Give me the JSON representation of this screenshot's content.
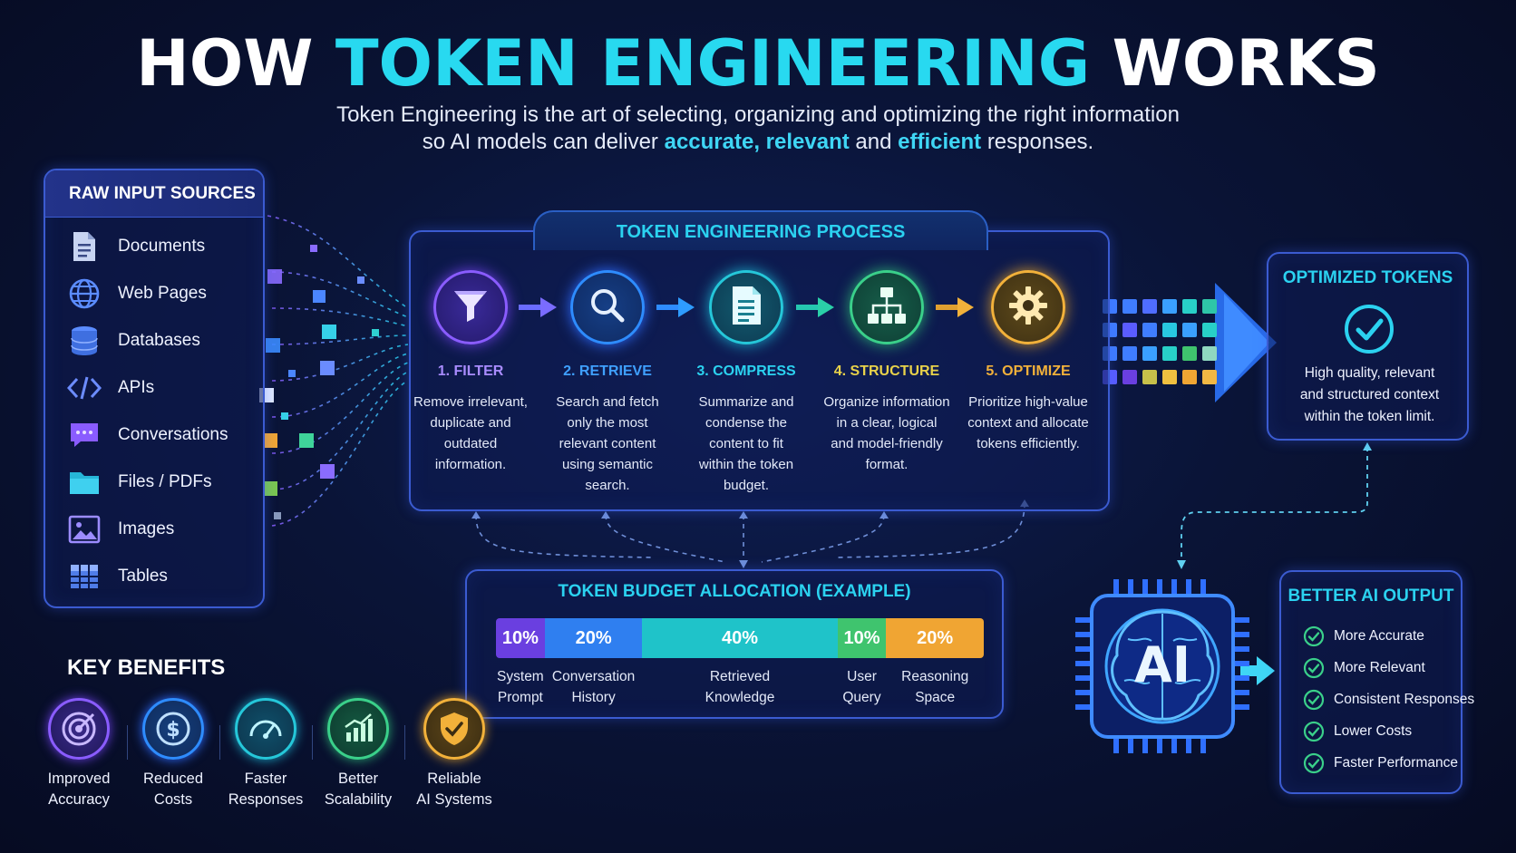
{
  "title": {
    "part1": "HOW ",
    "part2": "TOKEN ENGINEERING",
    "part3": " WORKS"
  },
  "subtitle": {
    "line1": "Token Engineering is the art of selecting, organizing and optimizing the right information",
    "line2_pre": "so AI models can deliver ",
    "accurate": "accurate,",
    "relevant": "relevant",
    "and": "and",
    "efficient": "efficient",
    "line2_post": "responses."
  },
  "raw_sources": {
    "title": "RAW INPUT SOURCES",
    "items": [
      {
        "label": "Documents",
        "icon": "document-icon"
      },
      {
        "label": "Web Pages",
        "icon": "globe-icon"
      },
      {
        "label": "Databases",
        "icon": "database-icon"
      },
      {
        "label": "APIs",
        "icon": "code-icon"
      },
      {
        "label": "Conversations",
        "icon": "chat-icon"
      },
      {
        "label": "Files / PDFs",
        "icon": "folder-icon"
      },
      {
        "label": "Images",
        "icon": "image-icon"
      },
      {
        "label": "Tables",
        "icon": "table-icon"
      }
    ]
  },
  "process": {
    "title": "TOKEN ENGINEERING PROCESS",
    "steps": [
      {
        "title": "1. FILTER",
        "desc": [
          "Remove irrelevant,",
          "duplicate and",
          "outdated",
          "information."
        ],
        "icon": "filter-icon",
        "color": "#8a5cff"
      },
      {
        "title": "2. RETRIEVE",
        "desc": [
          "Search and fetch",
          "only the most",
          "relevant content",
          "using semantic",
          "search."
        ],
        "icon": "search-icon",
        "color": "#2e8cff"
      },
      {
        "title": "3. COMPRESS",
        "desc": [
          "Summarize and",
          "condense the",
          "content to fit",
          "within the token",
          "budget."
        ],
        "icon": "compress-document-icon",
        "color": "#25c7d9"
      },
      {
        "title": "4. STRUCTURE",
        "desc": [
          "Organize information",
          "in a clear, logical",
          "and model-friendly",
          "format."
        ],
        "icon": "hierarchy-icon",
        "color": "#3ad08a"
      },
      {
        "title": "5. OPTIMIZE",
        "desc": [
          "Prioritize high-value",
          "context and allocate",
          "tokens efficiently."
        ],
        "icon": "gear-icon",
        "color": "#f2b13a"
      }
    ]
  },
  "optimized": {
    "title": "OPTIMIZED TOKENS",
    "desc": [
      "High quality, relevant",
      "and structured context",
      "within the token limit."
    ],
    "icon": "checkmark-circle-icon"
  },
  "budget": {
    "title": "TOKEN BUDGET ALLOCATION (EXAMPLE)",
    "segments": [
      {
        "pct": "10%",
        "value": 10,
        "label": [
          "System",
          "Prompt"
        ],
        "color": "#6a3fe0"
      },
      {
        "pct": "20%",
        "value": 20,
        "label": [
          "Conversation",
          "History"
        ],
        "color": "#2f7ff0"
      },
      {
        "pct": "40%",
        "value": 40,
        "label": [
          "Retrieved",
          "Knowledge"
        ],
        "color": "#1fc3c9"
      },
      {
        "pct": "10%",
        "value": 10,
        "label": [
          "User",
          "Query"
        ],
        "color": "#3fc46e"
      },
      {
        "pct": "20%",
        "value": 20,
        "label": [
          "Reasoning",
          "Space"
        ],
        "color": "#f0a533"
      }
    ]
  },
  "benefits": {
    "title": "KEY BENEFITS",
    "items": [
      {
        "label": [
          "Improved",
          "Accuracy"
        ],
        "icon": "target-icon",
        "color": "#8a5cff"
      },
      {
        "label": [
          "Reduced",
          "Costs"
        ],
        "icon": "dollar-icon",
        "color": "#2e8cff"
      },
      {
        "label": [
          "Faster",
          "Responses"
        ],
        "icon": "speedometer-icon",
        "color": "#25c7d9"
      },
      {
        "label": [
          "Better",
          "Scalability"
        ],
        "icon": "growth-chart-icon",
        "color": "#3ad08a"
      },
      {
        "label": [
          "Reliable",
          "AI Systems"
        ],
        "icon": "shield-check-icon",
        "color": "#f2b13a"
      }
    ]
  },
  "ai_chip": {
    "label": "AI",
    "icon": "ai-brain-chip-icon"
  },
  "output": {
    "title": "BETTER AI OUTPUT",
    "items": [
      "More Accurate",
      "More Relevant",
      "Consistent Responses",
      "Lower Costs",
      "Faster Performance"
    ]
  }
}
